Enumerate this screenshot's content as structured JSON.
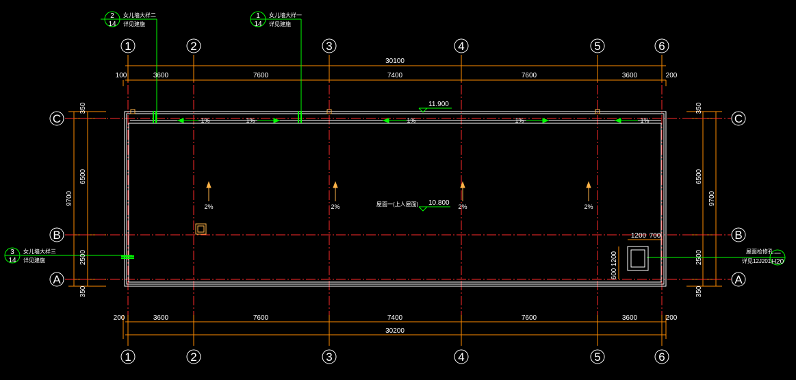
{
  "colors": {
    "background": "#000000",
    "grid_axis": "#ff2a2a",
    "dimension": "#ff8c00",
    "wall": "#ffffff",
    "leader": "#00ff00",
    "arrow_green": "#00ff00",
    "slope_arrow": "#ffb347",
    "detail_bubble": "#00ff00",
    "text": "#ffffff"
  },
  "grid_columns": [
    "1",
    "2",
    "3",
    "4",
    "5",
    "6"
  ],
  "grid_rows": [
    "C",
    "B",
    "A"
  ],
  "dimensions": {
    "top_overall": "30100",
    "top_segments": [
      "100",
      "3600",
      "7600",
      "7400",
      "7600",
      "3600",
      "200"
    ],
    "bottom_overall": "30200",
    "bottom_segments": [
      "200",
      "3600",
      "7600",
      "7400",
      "7600",
      "3600",
      "200"
    ],
    "left_overall": "9700",
    "left_segments": [
      "350",
      "6500",
      "2500",
      "350"
    ],
    "right_overall": "9700",
    "right_segments": [
      "350",
      "6500",
      "2500",
      "350"
    ],
    "hatch_offsets": [
      "1200",
      "700"
    ],
    "hatch_vertical": [
      "1200",
      "600"
    ]
  },
  "elevations": {
    "parapet": "11.900",
    "roof": "10.800"
  },
  "roof_label": "屋面一(上人屋面)",
  "slopes": {
    "gutter": [
      "1%",
      "1%",
      "1%",
      "1%",
      "1%"
    ],
    "roof": [
      "2%",
      "2%",
      "2%",
      "2%"
    ]
  },
  "detail_callouts": [
    {
      "num": "2",
      "sheet": "14",
      "line1": "女儿墙大样二",
      "line2": "详见建施"
    },
    {
      "num": "1",
      "sheet": "14",
      "line1": "女儿墙大样一",
      "line2": "详见建施"
    },
    {
      "num": "3",
      "sheet": "14",
      "line1": "女儿墙大样三",
      "line2": "详见建施"
    },
    {
      "num": "一",
      "sheet": "H20",
      "line1": "屋面检修孔",
      "line2": "详见12J201"
    }
  ]
}
